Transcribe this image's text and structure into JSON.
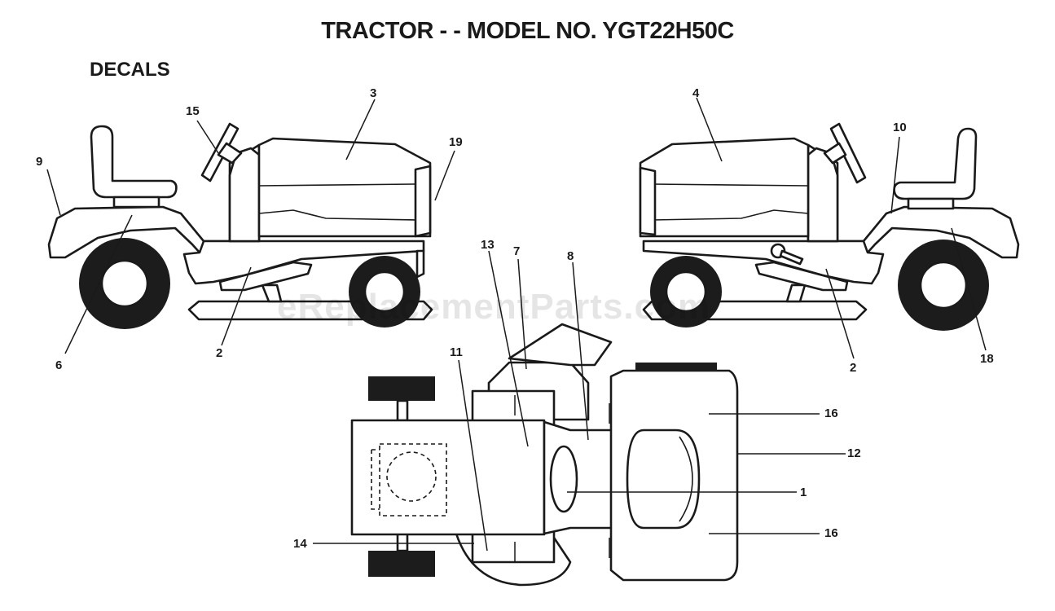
{
  "header": {
    "title": "TRACTOR - - MODEL NO. YGT22H50C",
    "subtitle": "DECALS"
  },
  "watermark": "eReplacementParts.com",
  "callouts": [
    "9",
    "15",
    "3",
    "19",
    "6",
    "2",
    "4",
    "10",
    "2",
    "18",
    "13",
    "7",
    "8",
    "11",
    "16",
    "12",
    "1",
    "16",
    "14"
  ],
  "colors": {
    "ink": "#1a1a1a",
    "tire": "#1c1c1c",
    "background": "#ffffff"
  }
}
